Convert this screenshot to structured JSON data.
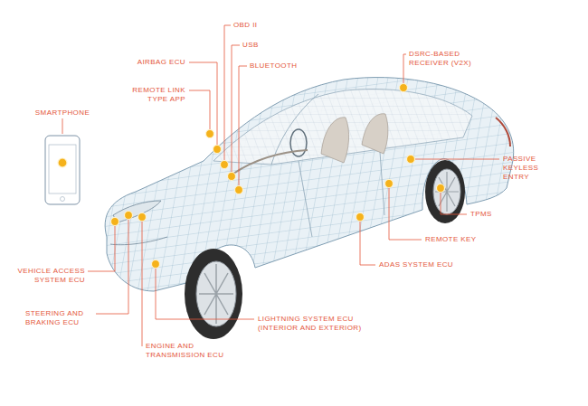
{
  "diagram": {
    "labels": [
      "AIRBAG ECU",
      "OBD II",
      "USB",
      "BLUETOOTH",
      "DSRC-BASED RECEIVER (V2X)",
      "REMOTE LINK TYPE APP",
      "SMARTPHONE",
      "PASSIVE KEYLESS ENTRY",
      "TPMS",
      "REMOTE KEY",
      "ADAS SYSTEM ECU",
      "VEHICLE ACCESS SYSTEM ECU",
      "STEERING AND BRAKING ECU",
      "LIGHTNING SYSTEM ECU (INTERIOR AND EXTERIOR)",
      "ENGINE AND TRANSMISSION ECU"
    ]
  }
}
